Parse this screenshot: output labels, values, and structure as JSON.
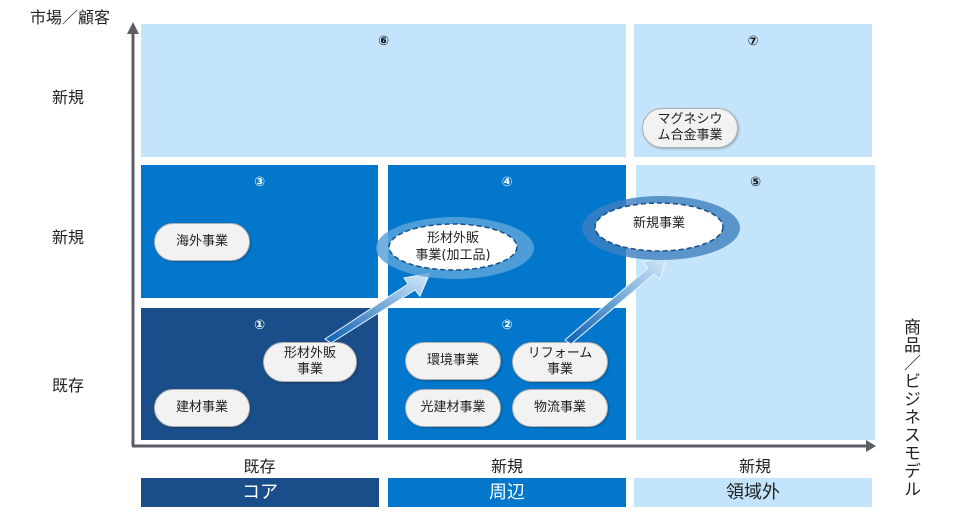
{
  "axes": {
    "y_title": "市場／顧客",
    "x_title": "商品／ビジネスモデル",
    "y_labels": [
      "新規",
      "新規",
      "既存"
    ],
    "x_labels": [
      "既存",
      "新規",
      "新規"
    ]
  },
  "categories": [
    {
      "label": "コア",
      "color": "#1a4e8a"
    },
    {
      "label": "周辺",
      "color": "#0277cc"
    },
    {
      "label": "領域外",
      "color": "#c3e4fb"
    }
  ],
  "panels": {
    "p1": {
      "number": "①",
      "items": [
        "形材外販\n事業",
        "建材事業"
      ]
    },
    "p2": {
      "number": "②",
      "items": [
        "環境事業",
        "リフォーム\n事業",
        "光建材事業",
        "物流事業"
      ]
    },
    "p3": {
      "number": "③",
      "items": [
        "海外事業"
      ]
    },
    "p4": {
      "number": "④",
      "highlight": "形材外販\n事業(加工品)"
    },
    "p5": {
      "number": "⑤",
      "highlight": "新規事業"
    },
    "p6": {
      "number": "⑥"
    },
    "p7": {
      "number": "⑦",
      "items": [
        "マグネシウ\nム合金事業"
      ]
    }
  },
  "colors": {
    "core": "#1a4e8a",
    "peripheral": "#0277cc",
    "outside": "#c3e4fb",
    "axis": "#5a5f66",
    "pill_bg": "#f2f2f2"
  }
}
